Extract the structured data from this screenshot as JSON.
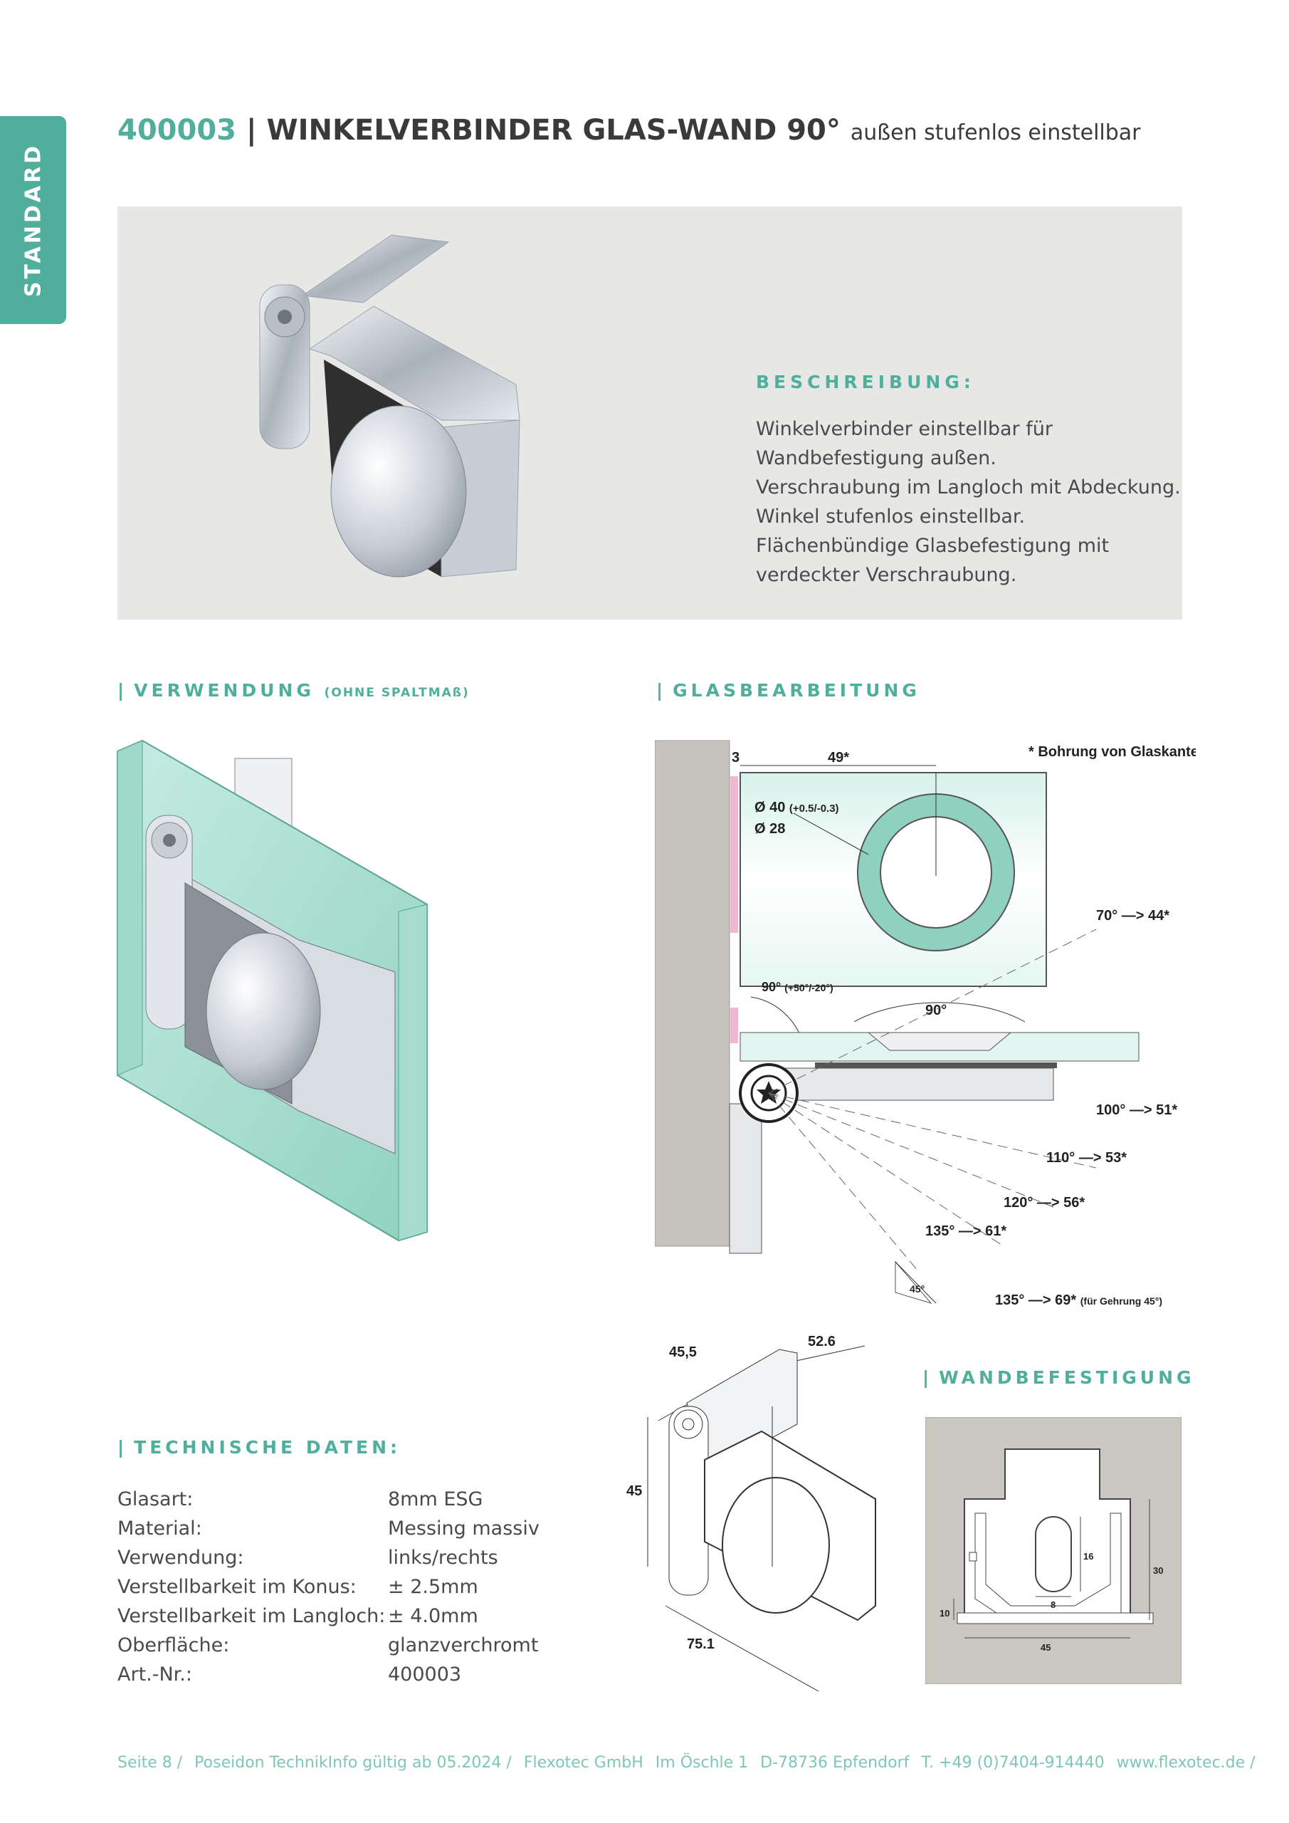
{
  "side_tab": "STANDARD",
  "title": {
    "code": "400003",
    "separator": "|",
    "name": "WINKELVERBINDER GLAS-WAND 90°",
    "subtitle": "außen stufenlos einstellbar"
  },
  "description": {
    "heading": "BESCHREIBUNG:",
    "lines": [
      "Winkelverbinder einstellbar für",
      "Wandbefestigung außen.",
      "Verschraubung im Langloch mit Abdeckung.",
      "Winkel stufenlos einstellbar.",
      "Flächenbündige Glasbefestigung mit",
      "verdeckter Verschraubung."
    ]
  },
  "sections": {
    "verwendung": "VERWENDUNG",
    "verwendung_note": "(OHNE SPALTMAß)",
    "glasbearbeitung": "GLASBEARBEITUNG",
    "wandbefestigung": "WANDBEFESTIGUNG",
    "technische": "TECHNISCHE DATEN:"
  },
  "glas_drawing": {
    "dim_3": "3",
    "dim_49": "49*",
    "note": "* Bohrung von Glaskante",
    "d40": "Ø 40",
    "d40_tol": "(+0.5/-0.3)",
    "d28": "Ø 28",
    "angle_90_adj": "90°",
    "angle_90_adj_tol": "(+50°/-20°)",
    "angle_90": "90°",
    "a70": "70° —> 44*",
    "a100": "100° —> 51*",
    "a110": "110° —> 53*",
    "a120": "120° —> 56*",
    "a135": "135° —> 61*",
    "deg45": "45°",
    "a135g": "135° —> 69*",
    "a135g_note": "(für Gehrung 45°)"
  },
  "product_dims": {
    "w": "45,5",
    "d": "52.6",
    "h": "45",
    "l": "75.1"
  },
  "wall_dims": {
    "d16": "16",
    "d8": "8",
    "d30": "30",
    "d10": "10",
    "d45": "45"
  },
  "tech_data": [
    {
      "label": "Glasart:",
      "value": "8mm ESG"
    },
    {
      "label": "Material:",
      "value": "Messing massiv"
    },
    {
      "label": "Verwendung:",
      "value": "links/rechts"
    },
    {
      "label": "Verstellbarkeit im Konus:",
      "value": "± 2.5mm"
    },
    {
      "label": "Verstellbarkeit im Langloch:",
      "value": "± 4.0mm"
    },
    {
      "label": "Oberfläche:",
      "value": "glanzverchromt"
    },
    {
      "label": "Art.-Nr.:",
      "value": "400003"
    }
  ],
  "footer": [
    "Seite 8  /",
    "Poseidon TechnikInfo gültig ab 05.2024  /",
    "Flexotec GmbH",
    "Im Öschle 1",
    "D-78736 Epfendorf",
    "T. +49 (0)7404-914440",
    "www.flexotec.de  /"
  ],
  "colors": {
    "accent": "#4fae9c",
    "hero_bg": "#e7e7e5",
    "footer_text": "#7fc5b8",
    "glass": "#a8dccd"
  }
}
